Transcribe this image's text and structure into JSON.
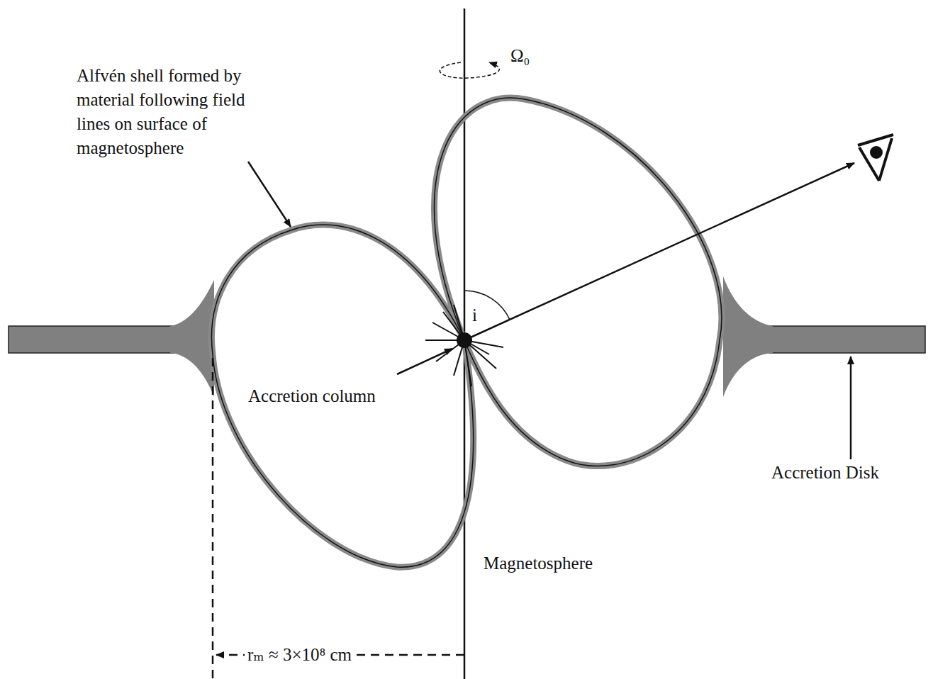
{
  "diagram": {
    "labels": [
      "Alfvén shell formed by material following field lines on surface of magnetosphere",
      "Ω₀",
      "i",
      "Accretion column",
      "Magnetosphere",
      "Accretion Disk",
      "rₘ ≈ 3×10⁸ cm"
    ]
  }
}
